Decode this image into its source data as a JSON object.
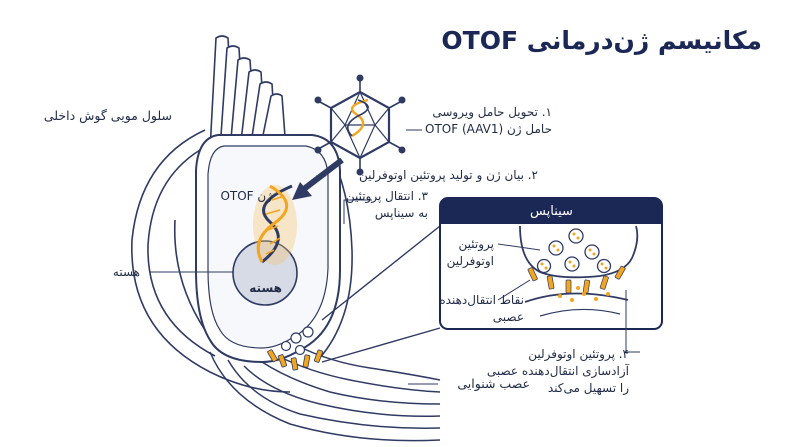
{
  "title": "مکانیسم ژن‌درمانی OTOF",
  "labels": {
    "hair_cell": "سلول مویی گوش داخلی",
    "step1_line1": "۱. تحویل حامل ویروسی",
    "step1_line2": "حامل ژن OTOF (AAV1)",
    "step2": "۲. بیان ژن و تولید پروتئین اوتوفرلین",
    "gene": "ژن OTOF",
    "step3_line1": "۳. انتقال پروتئین",
    "step3_line2": "به سیناپس",
    "synapse_title": "سیناپس",
    "otoferlin_line1": "پروتئین",
    "otoferlin_line2": "اوتوفرلین",
    "release_line1": "نقاط انتقال‌دهنده",
    "release_line2": "عصبی",
    "nucleus_outer": "هسته",
    "nucleus_inner": "هسته",
    "step4_line1": "۴. پروتئین اوتوفرلین",
    "step4_line2": "آزادسازی انتقال‌دهنده عصبی",
    "step4_line3": "را تسهیل می‌کند",
    "nerve": "عصب شنوایی"
  },
  "colors": {
    "navy": "#1b2856",
    "outline": "#2f3b63",
    "accent": "#f2a51e",
    "glow": "#f6c26b",
    "nucleus": "#d7dbe6",
    "fill_light": "#eef0f6"
  }
}
